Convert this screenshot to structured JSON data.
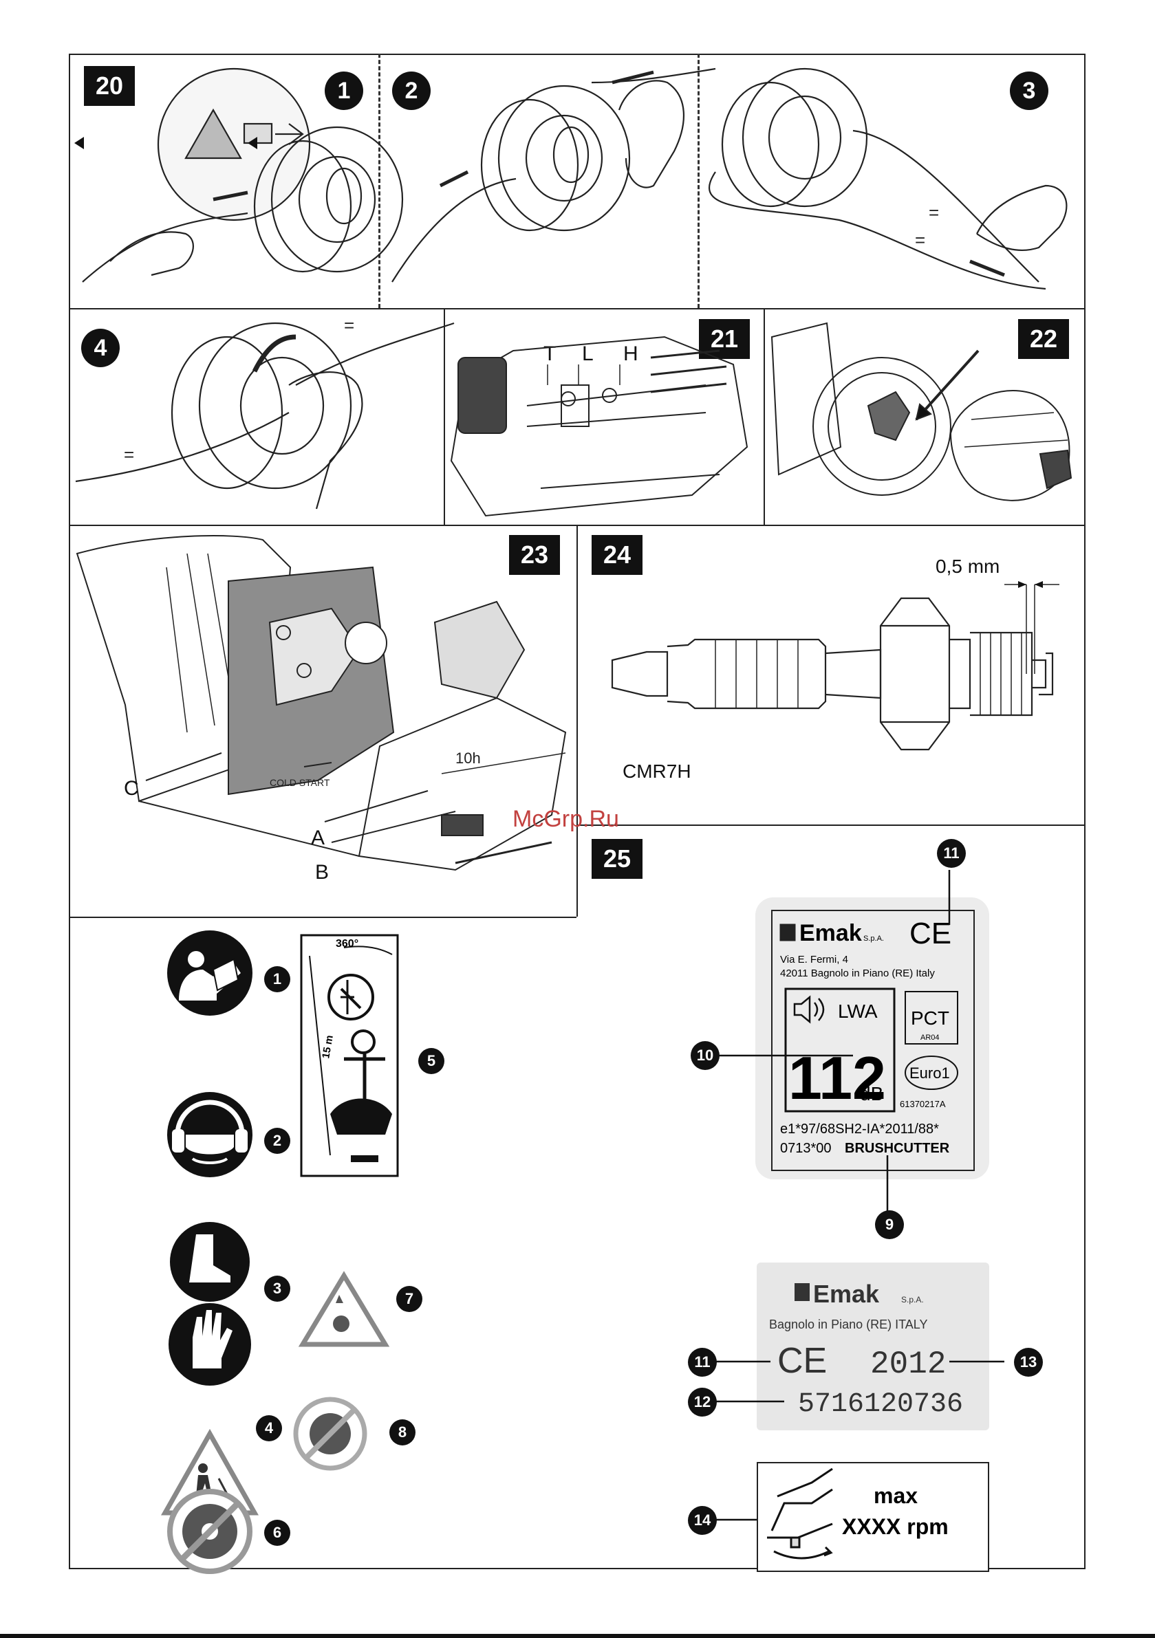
{
  "panels": {
    "p20": {
      "badge": "20",
      "steps": [
        "1",
        "2",
        "3",
        "4"
      ]
    },
    "p21": {
      "badge": "21",
      "labels": [
        "T",
        "L",
        "H"
      ]
    },
    "p22": {
      "badge": "22"
    },
    "p23": {
      "badge": "23",
      "labels": [
        "C",
        "A",
        "B"
      ],
      "stickers": [
        "COLD START",
        "10h"
      ]
    },
    "p24": {
      "badge": "24",
      "gap": "0,5 mm",
      "model": "CMR7H"
    },
    "p25": {
      "badge": "25"
    }
  },
  "watermark": "McGrp.Ru",
  "symbols": {
    "callouts": [
      "1",
      "2",
      "3",
      "4",
      "5",
      "6",
      "7",
      "8"
    ],
    "distance": "15 m",
    "angle": "360°"
  },
  "plate1": {
    "brand": "Emak",
    "brand_suffix": "S.p.A.",
    "ce": "CE",
    "address1": "Via E. Fermi, 4",
    "address2": "42011 Bagnolo in Piano (RE) Italy",
    "lwa_label": "LWA",
    "lwa_value": "112",
    "lwa_unit": "dB",
    "pct": "PCT",
    "pct_code": "AR04",
    "euro": "Euro1",
    "code": "61370217A",
    "line1": "e1*97/68SH2-IA*2011/88*",
    "line2_a": "0713*00",
    "line2_b": "BRUSHCUTTER",
    "callouts": [
      "11",
      "10",
      "9"
    ]
  },
  "plate2": {
    "brand": "Emak",
    "brand_suffix": "S.p.A.",
    "address": "Bagnolo in Piano (RE) ITALY",
    "ce": "CE",
    "year": "2012",
    "serial": "5716120736",
    "callouts": [
      "11",
      "13",
      "12"
    ]
  },
  "plate3": {
    "line1": "max",
    "line2": "XXXX rpm",
    "callout": "14"
  },
  "colors": {
    "ink": "#111111",
    "card": "#ececec",
    "watermark": "#c2413f",
    "grey_part": "#8d8d8d"
  }
}
